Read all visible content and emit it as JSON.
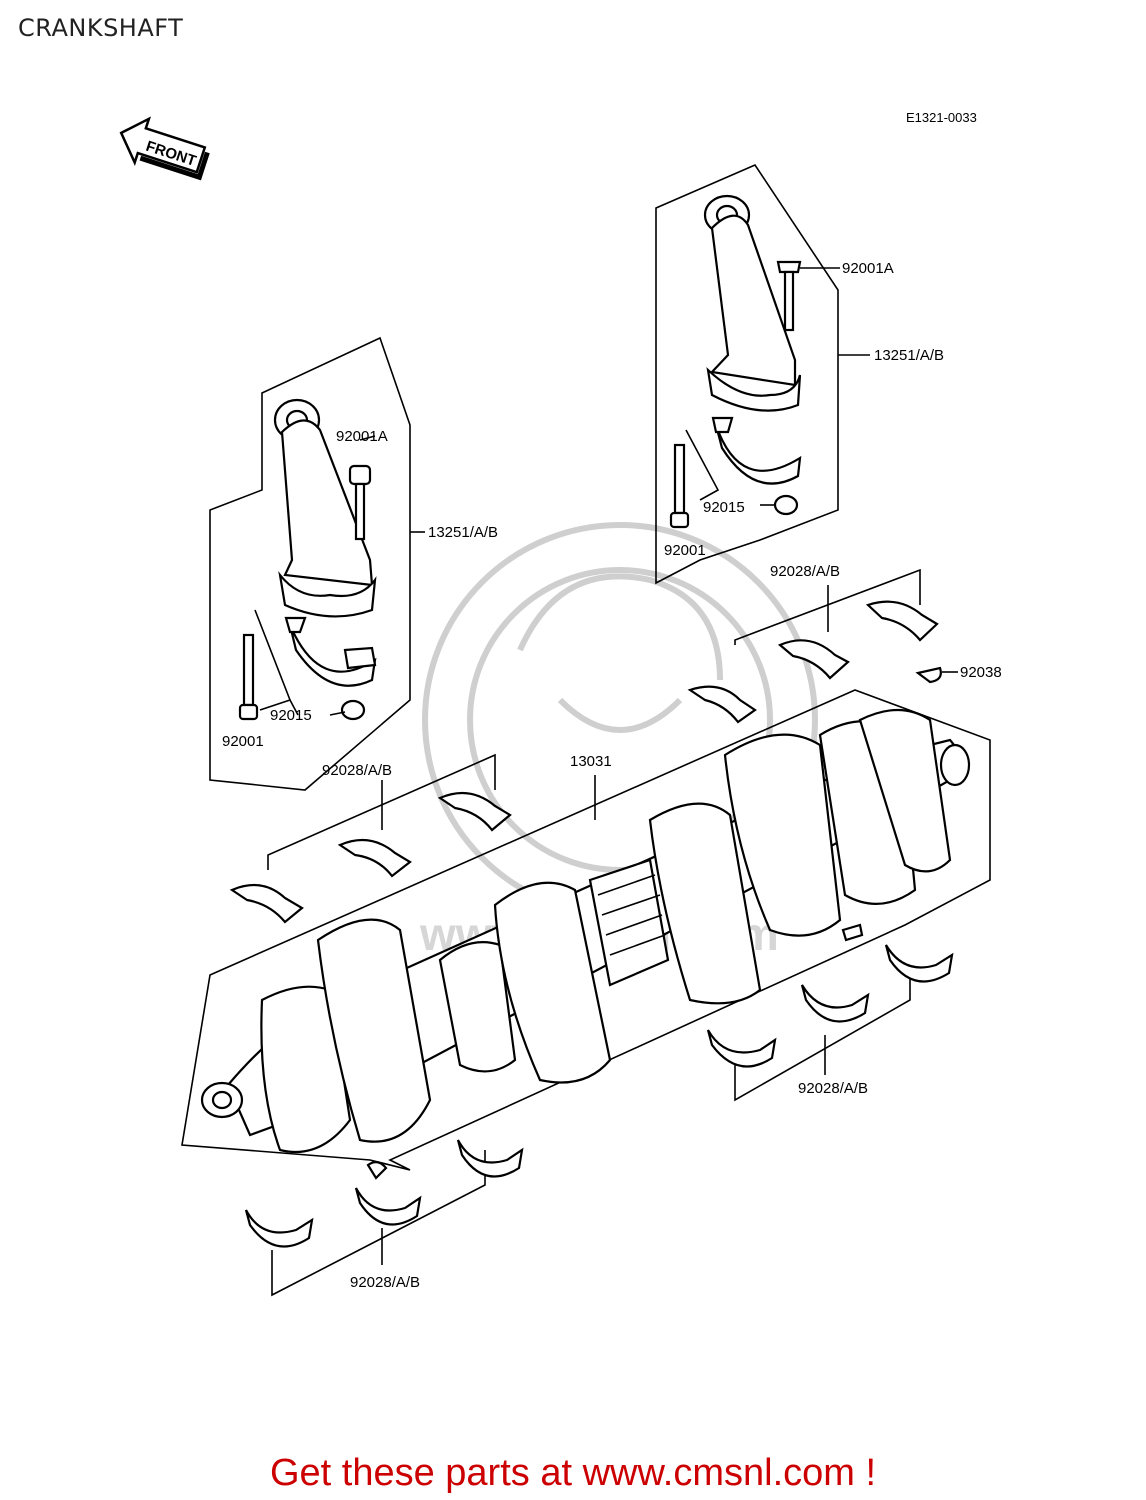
{
  "page": {
    "title": "CRANKSHAFT",
    "diagram_code": "E1321-0033",
    "direction_label": "FRONT",
    "footer_text": "Get these parts at www.cmsnl.com !",
    "watermark_text": "www.cmsnl.com",
    "footer_color": "#cc0000"
  },
  "parts": {
    "left_92001A": "92001A",
    "left_13251": "13251/A/B",
    "left_92015": "92015",
    "left_92001": "92001",
    "right_92001A": "92001A",
    "right_13251": "13251/A/B",
    "right_92015": "92015",
    "right_92001": "92001",
    "bearing_top_right": "92028/A/B",
    "key_92038": "92038",
    "bearing_top_left": "92028/A/B",
    "crankshaft_13031": "13031",
    "bearing_bottom_right": "92028/A/B",
    "bearing_bottom_left": "92028/A/B"
  }
}
